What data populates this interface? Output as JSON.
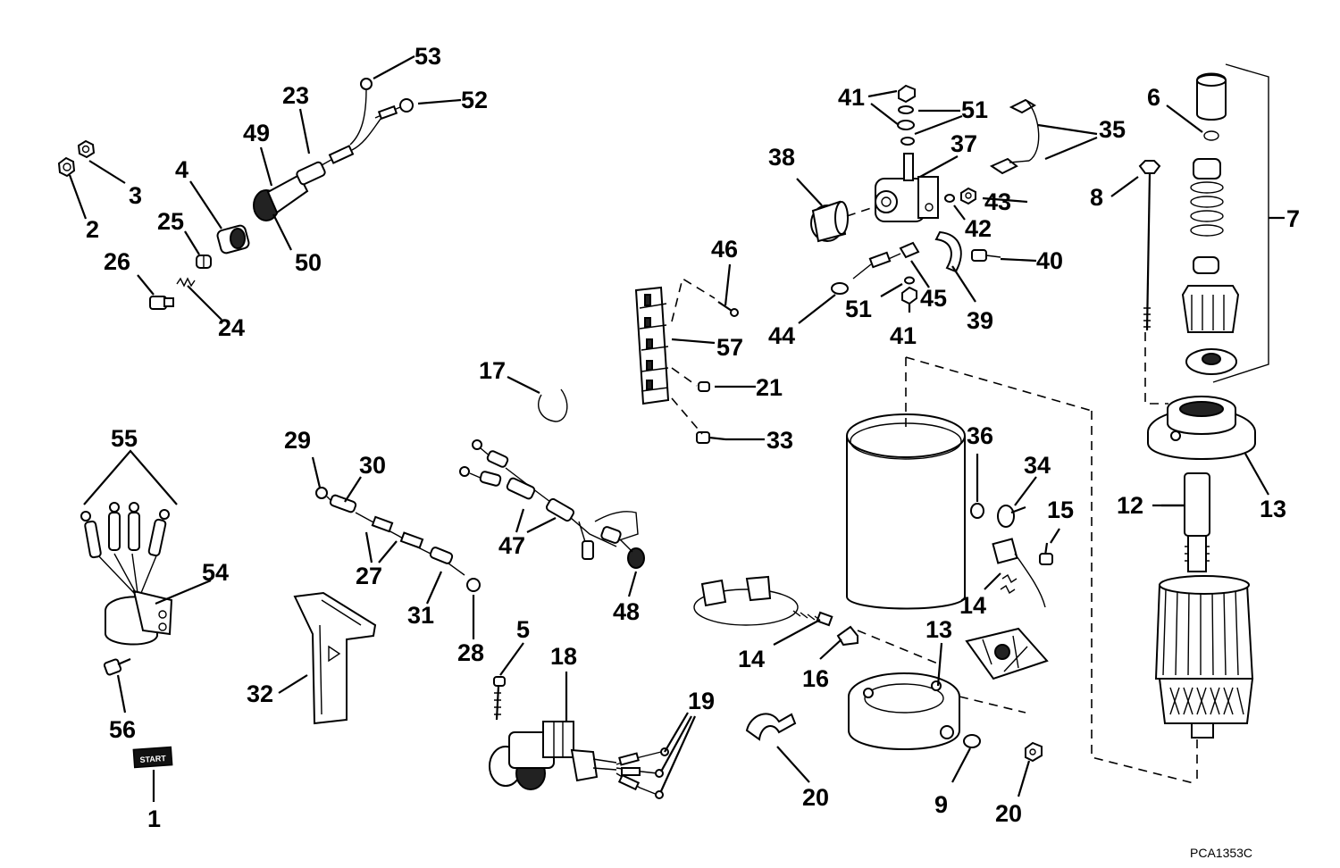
{
  "diagram_code": "PCA1353C",
  "start_plate_text": "START",
  "callouts": [
    {
      "id": "c53",
      "text": "53"
    },
    {
      "id": "c52",
      "text": "52"
    },
    {
      "id": "c23",
      "text": "23"
    },
    {
      "id": "c49",
      "text": "49"
    },
    {
      "id": "c50",
      "text": "50"
    },
    {
      "id": "c4",
      "text": "4"
    },
    {
      "id": "c3",
      "text": "3"
    },
    {
      "id": "c2",
      "text": "2"
    },
    {
      "id": "c25",
      "text": "25"
    },
    {
      "id": "c26",
      "text": "26"
    },
    {
      "id": "c24",
      "text": "24"
    },
    {
      "id": "c41a",
      "text": "41"
    },
    {
      "id": "c51a",
      "text": "51"
    },
    {
      "id": "c37",
      "text": "37"
    },
    {
      "id": "c38",
      "text": "38"
    },
    {
      "id": "c35",
      "text": "35"
    },
    {
      "id": "c43",
      "text": "43"
    },
    {
      "id": "c42",
      "text": "42"
    },
    {
      "id": "c40",
      "text": "40"
    },
    {
      "id": "c45",
      "text": "45"
    },
    {
      "id": "c39",
      "text": "39"
    },
    {
      "id": "c51b",
      "text": "51"
    },
    {
      "id": "c41b",
      "text": "41"
    },
    {
      "id": "c44",
      "text": "44"
    },
    {
      "id": "c46",
      "text": "46"
    },
    {
      "id": "c57",
      "text": "57"
    },
    {
      "id": "c21",
      "text": "21"
    },
    {
      "id": "c33",
      "text": "33"
    },
    {
      "id": "c17",
      "text": "17"
    },
    {
      "id": "c6",
      "text": "6"
    },
    {
      "id": "c7",
      "text": "7"
    },
    {
      "id": "c8",
      "text": "8"
    },
    {
      "id": "c13a",
      "text": "13"
    },
    {
      "id": "c12",
      "text": "12"
    },
    {
      "id": "c55",
      "text": "55"
    },
    {
      "id": "c54",
      "text": "54"
    },
    {
      "id": "c56",
      "text": "56"
    },
    {
      "id": "c1",
      "text": "1"
    },
    {
      "id": "c29",
      "text": "29"
    },
    {
      "id": "c30",
      "text": "30"
    },
    {
      "id": "c27",
      "text": "27"
    },
    {
      "id": "c31",
      "text": "31"
    },
    {
      "id": "c28",
      "text": "28"
    },
    {
      "id": "c32",
      "text": "32"
    },
    {
      "id": "c47",
      "text": "47"
    },
    {
      "id": "c48",
      "text": "48"
    },
    {
      "id": "c5",
      "text": "5"
    },
    {
      "id": "c18",
      "text": "18"
    },
    {
      "id": "c19",
      "text": "19"
    },
    {
      "id": "c36",
      "text": "36"
    },
    {
      "id": "c34",
      "text": "34"
    },
    {
      "id": "c15",
      "text": "15"
    },
    {
      "id": "c14a",
      "text": "14"
    },
    {
      "id": "c14b",
      "text": "14"
    },
    {
      "id": "c16",
      "text": "16"
    },
    {
      "id": "c13b",
      "text": "13"
    },
    {
      "id": "c20a",
      "text": "20"
    },
    {
      "id": "c9",
      "text": "9"
    },
    {
      "id": "c20b",
      "text": "20"
    }
  ]
}
